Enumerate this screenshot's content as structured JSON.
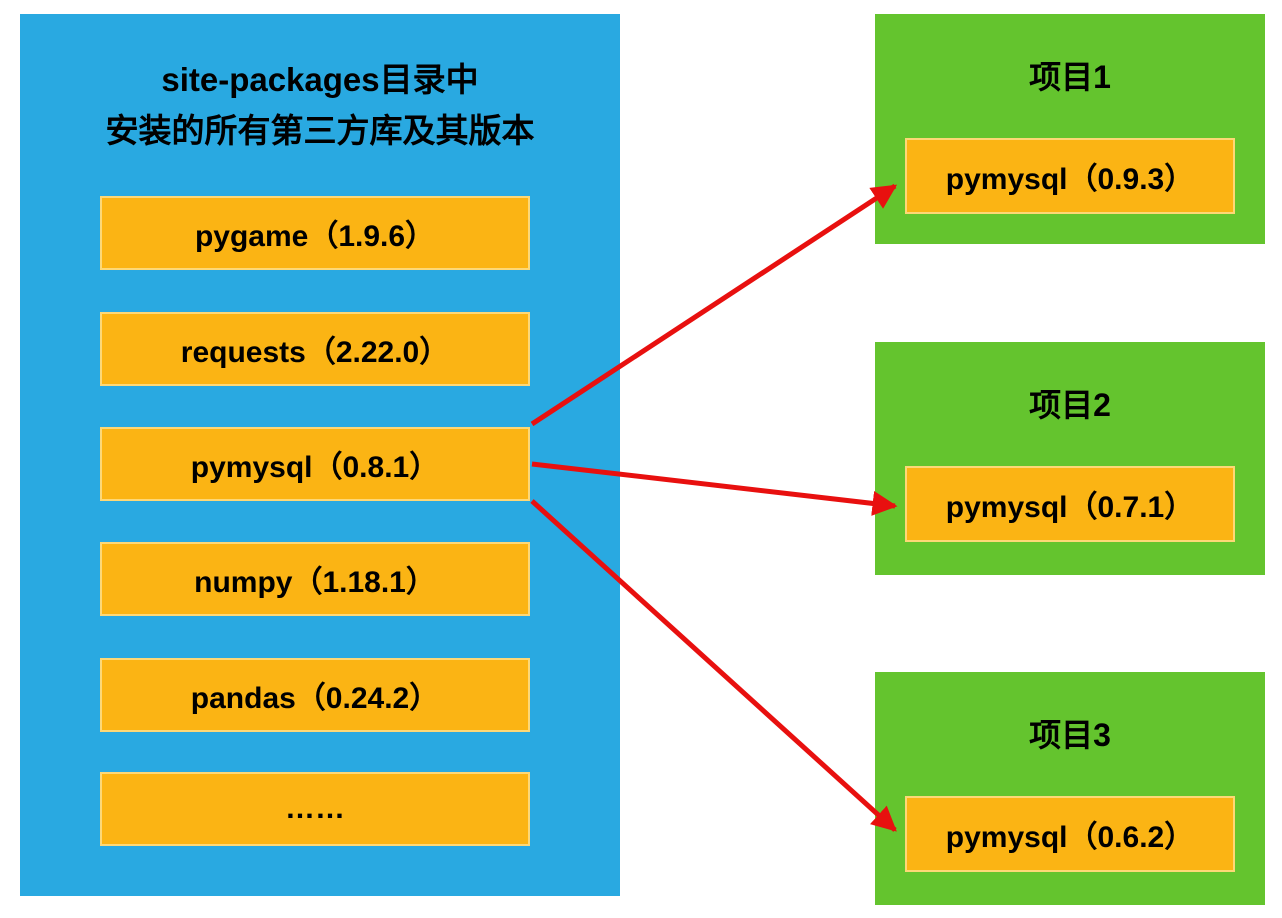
{
  "left_panel": {
    "title_line1": "site-packages目录中",
    "title_line2": "安装的所有第三方库及其版本",
    "packages": [
      {
        "label": "pygame（1.9.6）"
      },
      {
        "label": "requests（2.22.0）"
      },
      {
        "label": "pymysql（0.8.1）"
      },
      {
        "label": "numpy（1.18.1）"
      },
      {
        "label": "pandas（0.24.2）"
      },
      {
        "label": "……"
      }
    ]
  },
  "projects": [
    {
      "title": "项目1",
      "package": "pymysql（0.9.3）"
    },
    {
      "title": "项目2",
      "package": "pymysql（0.7.1）"
    },
    {
      "title": "项目3",
      "package": "pymysql（0.6.2）"
    }
  ],
  "arrows": [
    {
      "from": "pymysql（0.8.1）",
      "to": "项目1 pymysql（0.9.3）"
    },
    {
      "from": "pymysql（0.8.1）",
      "to": "项目2 pymysql（0.7.1）"
    },
    {
      "from": "pymysql（0.8.1）",
      "to": "项目3 pymysql（0.6.2）"
    }
  ],
  "colors": {
    "panel_blue": "#29A9E1",
    "package_orange": "#FBB414",
    "package_border": "#FDD877",
    "project_green": "#64C42E",
    "arrow_red": "#E8100F"
  }
}
